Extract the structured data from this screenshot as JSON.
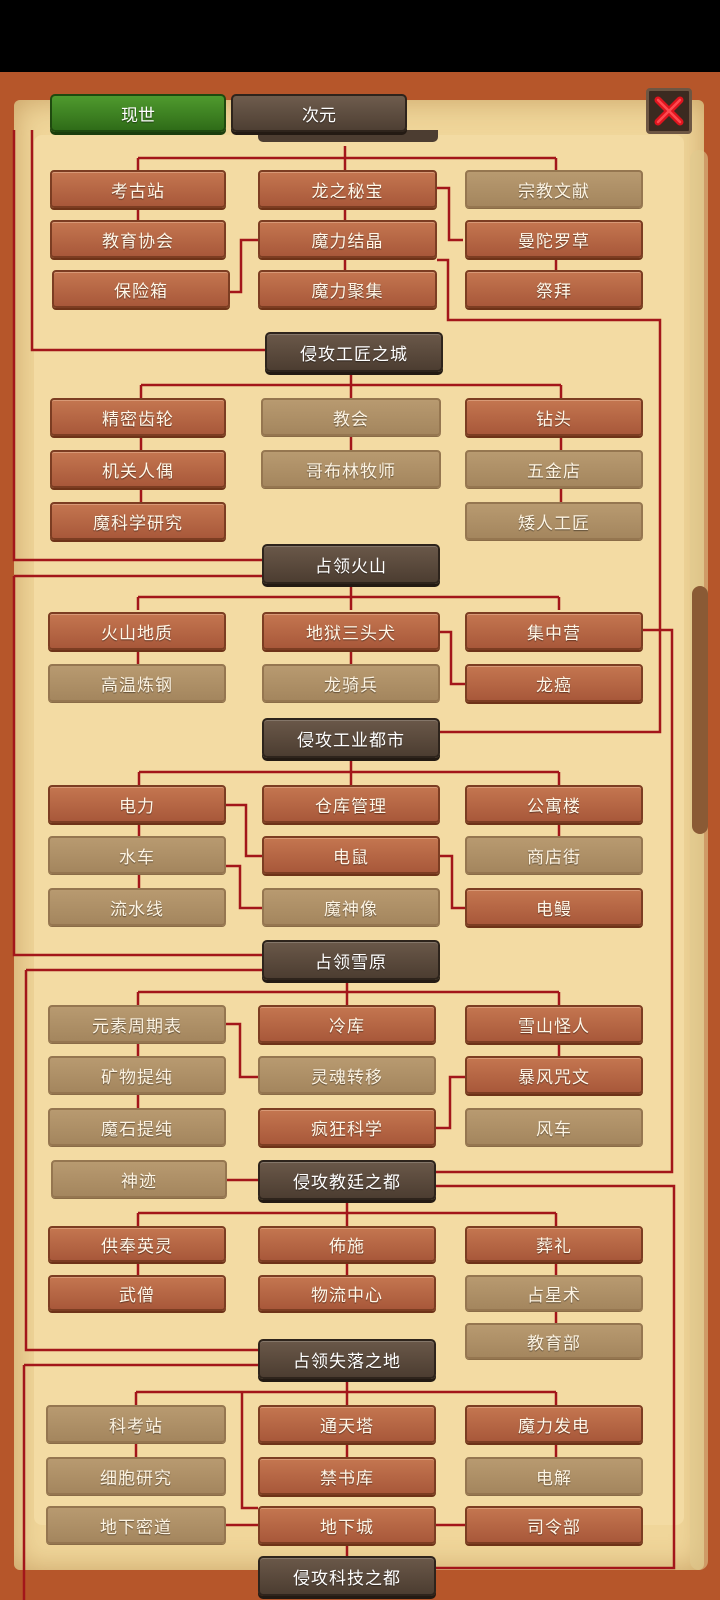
{
  "tabs": [
    {
      "label": "现世",
      "active": true
    },
    {
      "label": "次元",
      "active": false
    }
  ],
  "close_label": "close",
  "nodes": [
    {
      "id": "n1",
      "label": "考古站",
      "state": "done"
    },
    {
      "id": "n2",
      "label": "龙之秘宝",
      "state": "done"
    },
    {
      "id": "n3",
      "label": "宗教文献",
      "state": "locked"
    },
    {
      "id": "n4",
      "label": "教育协会",
      "state": "done"
    },
    {
      "id": "n5",
      "label": "魔力结晶",
      "state": "done"
    },
    {
      "id": "n6",
      "label": "曼陀罗草",
      "state": "done"
    },
    {
      "id": "n7",
      "label": "保险箱",
      "state": "done"
    },
    {
      "id": "n8",
      "label": "魔力聚集",
      "state": "done"
    },
    {
      "id": "n9",
      "label": "祭拜",
      "state": "done"
    },
    {
      "id": "e1",
      "label": "侵攻工匠之城",
      "state": "era"
    },
    {
      "id": "n10",
      "label": "精密齿轮",
      "state": "done"
    },
    {
      "id": "n11",
      "label": "教会",
      "state": "locked"
    },
    {
      "id": "n12",
      "label": "钻头",
      "state": "done"
    },
    {
      "id": "n13",
      "label": "机关人偶",
      "state": "done"
    },
    {
      "id": "n14",
      "label": "哥布林牧师",
      "state": "locked"
    },
    {
      "id": "n15",
      "label": "五金店",
      "state": "locked"
    },
    {
      "id": "n16",
      "label": "魔科学研究",
      "state": "done"
    },
    {
      "id": "n17",
      "label": "矮人工匠",
      "state": "locked"
    },
    {
      "id": "e2",
      "label": "占领火山",
      "state": "era"
    },
    {
      "id": "n18",
      "label": "火山地质",
      "state": "done"
    },
    {
      "id": "n19",
      "label": "地狱三头犬",
      "state": "done"
    },
    {
      "id": "n20",
      "label": "集中营",
      "state": "done"
    },
    {
      "id": "n21",
      "label": "高温炼钢",
      "state": "locked"
    },
    {
      "id": "n22",
      "label": "龙骑兵",
      "state": "locked"
    },
    {
      "id": "n23",
      "label": "龙癌",
      "state": "done"
    },
    {
      "id": "e3",
      "label": "侵攻工业都市",
      "state": "era"
    },
    {
      "id": "n24",
      "label": "电力",
      "state": "done"
    },
    {
      "id": "n25",
      "label": "仓库管理",
      "state": "done"
    },
    {
      "id": "n26",
      "label": "公寓楼",
      "state": "done"
    },
    {
      "id": "n27",
      "label": "水车",
      "state": "locked"
    },
    {
      "id": "n28",
      "label": "电鼠",
      "state": "done"
    },
    {
      "id": "n29",
      "label": "商店街",
      "state": "locked"
    },
    {
      "id": "n30",
      "label": "流水线",
      "state": "locked"
    },
    {
      "id": "n31",
      "label": "魔神像",
      "state": "locked"
    },
    {
      "id": "n32",
      "label": "电鳗",
      "state": "done"
    },
    {
      "id": "e4",
      "label": "占领雪原",
      "state": "era"
    },
    {
      "id": "n33",
      "label": "元素周期表",
      "state": "locked"
    },
    {
      "id": "n34",
      "label": "冷库",
      "state": "done"
    },
    {
      "id": "n35",
      "label": "雪山怪人",
      "state": "done"
    },
    {
      "id": "n36",
      "label": "矿物提纯",
      "state": "locked"
    },
    {
      "id": "n37",
      "label": "灵魂转移",
      "state": "locked"
    },
    {
      "id": "n38",
      "label": "暴风咒文",
      "state": "done"
    },
    {
      "id": "n39",
      "label": "魔石提纯",
      "state": "locked"
    },
    {
      "id": "n40",
      "label": "疯狂科学",
      "state": "done"
    },
    {
      "id": "n41",
      "label": "风车",
      "state": "locked"
    },
    {
      "id": "n42",
      "label": "神迹",
      "state": "locked"
    },
    {
      "id": "e5",
      "label": "侵攻教廷之都",
      "state": "era"
    },
    {
      "id": "n43",
      "label": "供奉英灵",
      "state": "done"
    },
    {
      "id": "n44",
      "label": "佈施",
      "state": "done"
    },
    {
      "id": "n45",
      "label": "葬礼",
      "state": "done"
    },
    {
      "id": "n46",
      "label": "武僧",
      "state": "done"
    },
    {
      "id": "n47",
      "label": "物流中心",
      "state": "done"
    },
    {
      "id": "n48",
      "label": "占星术",
      "state": "locked"
    },
    {
      "id": "n49",
      "label": "教育部",
      "state": "locked"
    },
    {
      "id": "e6",
      "label": "占领失落之地",
      "state": "era"
    },
    {
      "id": "n50",
      "label": "科考站",
      "state": "locked"
    },
    {
      "id": "n51",
      "label": "通天塔",
      "state": "done"
    },
    {
      "id": "n52",
      "label": "魔力发电",
      "state": "done"
    },
    {
      "id": "n53",
      "label": "细胞研究",
      "state": "locked"
    },
    {
      "id": "n54",
      "label": "禁书库",
      "state": "done"
    },
    {
      "id": "n55",
      "label": "电解",
      "state": "locked"
    },
    {
      "id": "n56",
      "label": "地下密道",
      "state": "locked"
    },
    {
      "id": "n57",
      "label": "地下城",
      "state": "done"
    },
    {
      "id": "n58",
      "label": "司令部",
      "state": "done"
    },
    {
      "id": "e7",
      "label": "侵攻科技之都",
      "state": "era"
    }
  ],
  "colors": {
    "line": "#a3161a",
    "done": "#b4643f",
    "locked": "#ad8f66",
    "era": "#574637",
    "tab_active": "#3f8624",
    "close_x": "#e0141e"
  }
}
